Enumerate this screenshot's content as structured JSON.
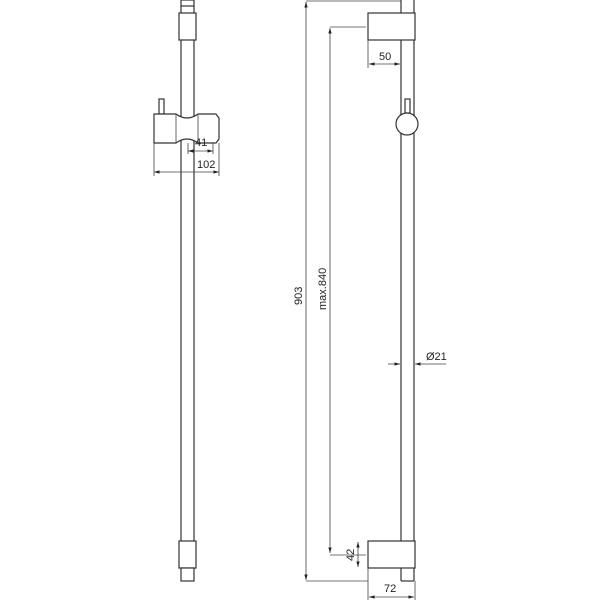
{
  "dimensions": {
    "holder_inner": "41",
    "holder_width": "102",
    "total_height": "903",
    "max_adjust": "max.840",
    "bracket_depth": "50",
    "bracket_height": "42",
    "bracket_width": "72",
    "tube_diameter": "Ø21"
  }
}
